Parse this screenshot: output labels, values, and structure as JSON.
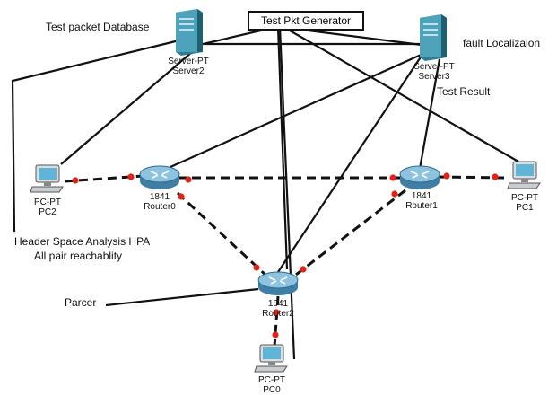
{
  "annotations": {
    "test_packet_db": "Test packet Database",
    "test_pkt_generator": "Test Pkt Generator",
    "fault_localization": "fault Localizaion",
    "test_result": "Test Result",
    "hsa_line1": "Header Space Analysis HPA",
    "hsa_line2": "All pair reachablity",
    "parcer": "Parcer"
  },
  "devices": {
    "server2": {
      "type": "Server-PT",
      "name": "Server2",
      "icon": "server-icon"
    },
    "server3": {
      "type": "Server-PT",
      "name": "Server3",
      "icon": "server-icon"
    },
    "pc2": {
      "type": "PC-PT",
      "name": "PC2",
      "icon": "pc-icon"
    },
    "pc1": {
      "type": "PC-PT",
      "name": "PC1",
      "icon": "pc-icon"
    },
    "pc0": {
      "type": "PC-PT",
      "name": "PC0",
      "icon": "pc-icon"
    },
    "router0": {
      "type": "1841",
      "name": "Router0",
      "icon": "router-icon"
    },
    "router1": {
      "type": "1841",
      "name": "Router1",
      "icon": "router-icon"
    },
    "router2": {
      "type": "1841",
      "name": "Router2",
      "icon": "router-icon"
    }
  },
  "colors": {
    "link": "#111111",
    "port_dot": "#e0241b",
    "router_body": "#6aa4c7",
    "server_body": "#3e8fa8",
    "pc_screen": "#5fb4d8"
  }
}
